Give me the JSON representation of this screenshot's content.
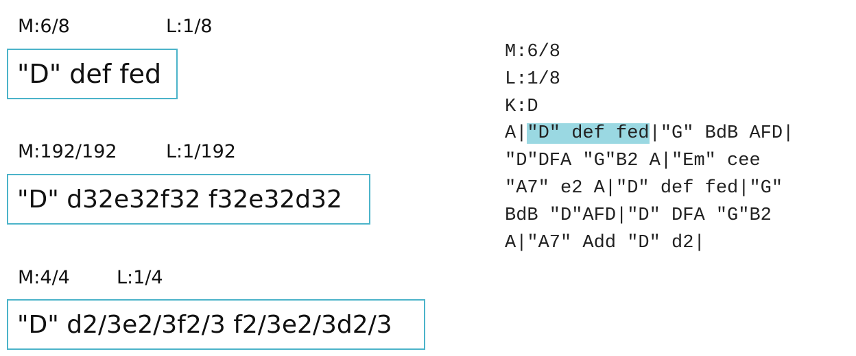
{
  "examples": [
    {
      "meter": "M:6/8",
      "length": "L:1/8",
      "notation": "\"D\" def fed"
    },
    {
      "meter": "M:192/192",
      "length": "L:1/192",
      "notation": "\"D\" d32e32f32 f32e32d32"
    },
    {
      "meter": "M:4/4",
      "length": "L:1/4",
      "notation": "\"D\" d2/3e2/3f2/3 f2/3e2/3d2/3"
    }
  ],
  "code": {
    "line0": "M:6/8",
    "line1": "L:1/8",
    "line2": "K:D",
    "line3_pre": "A|",
    "line3_hl": "\"D\" def fed",
    "line3_post": "|\"G\" BdB AFD|",
    "line4": "\"D\"DFA \"G\"B2 A|\"Em\" cee",
    "line5": "\"A7\" e2 A|\"D\" def fed|\"G\"",
    "line6": "BdB \"D\"AFD|\"D\" DFA \"G\"B2",
    "line7": "A|\"A7\" Add \"D\" d2|"
  },
  "colors": {
    "box_border": "#4bb3c9",
    "highlight": "#9ad8e2"
  }
}
